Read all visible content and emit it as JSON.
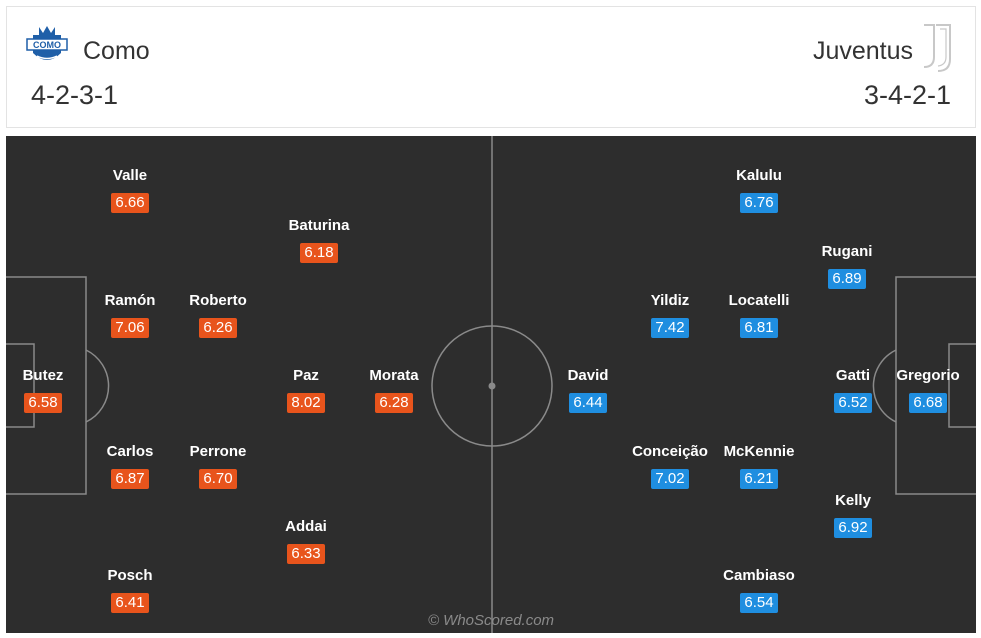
{
  "home": {
    "name": "Como",
    "formation": "4-2-3-1",
    "logo_icon": "como-crest-icon",
    "color": "#e8541c",
    "players": [
      {
        "name": "Valle",
        "rating": "6.66"
      },
      {
        "name": "Baturina",
        "rating": "6.18"
      },
      {
        "name": "Ramón",
        "rating": "7.06"
      },
      {
        "name": "Roberto",
        "rating": "6.26"
      },
      {
        "name": "Butez",
        "rating": "6.58"
      },
      {
        "name": "Paz",
        "rating": "8.02"
      },
      {
        "name": "Morata",
        "rating": "6.28"
      },
      {
        "name": "Carlos",
        "rating": "6.87"
      },
      {
        "name": "Perrone",
        "rating": "6.70"
      },
      {
        "name": "Addai",
        "rating": "6.33"
      },
      {
        "name": "Posch",
        "rating": "6.41"
      }
    ]
  },
  "away": {
    "name": "Juventus",
    "formation": "3-4-2-1",
    "logo_icon": "juventus-logo-icon",
    "color": "#1f8ee0",
    "players": [
      {
        "name": "Kalulu",
        "rating": "6.76"
      },
      {
        "name": "Rugani",
        "rating": "6.89"
      },
      {
        "name": "Yildiz",
        "rating": "7.42"
      },
      {
        "name": "Locatelli",
        "rating": "6.81"
      },
      {
        "name": "David",
        "rating": "6.44"
      },
      {
        "name": "Gatti",
        "rating": "6.52"
      },
      {
        "name": "Gregorio",
        "rating": "6.68"
      },
      {
        "name": "Conceição",
        "rating": "7.02"
      },
      {
        "name": "McKennie",
        "rating": "6.21"
      },
      {
        "name": "Kelly",
        "rating": "6.92"
      },
      {
        "name": "Cambiaso",
        "rating": "6.54"
      }
    ]
  },
  "pitch_color": "#2d2d2d",
  "watermark": "© WhoScored.com"
}
